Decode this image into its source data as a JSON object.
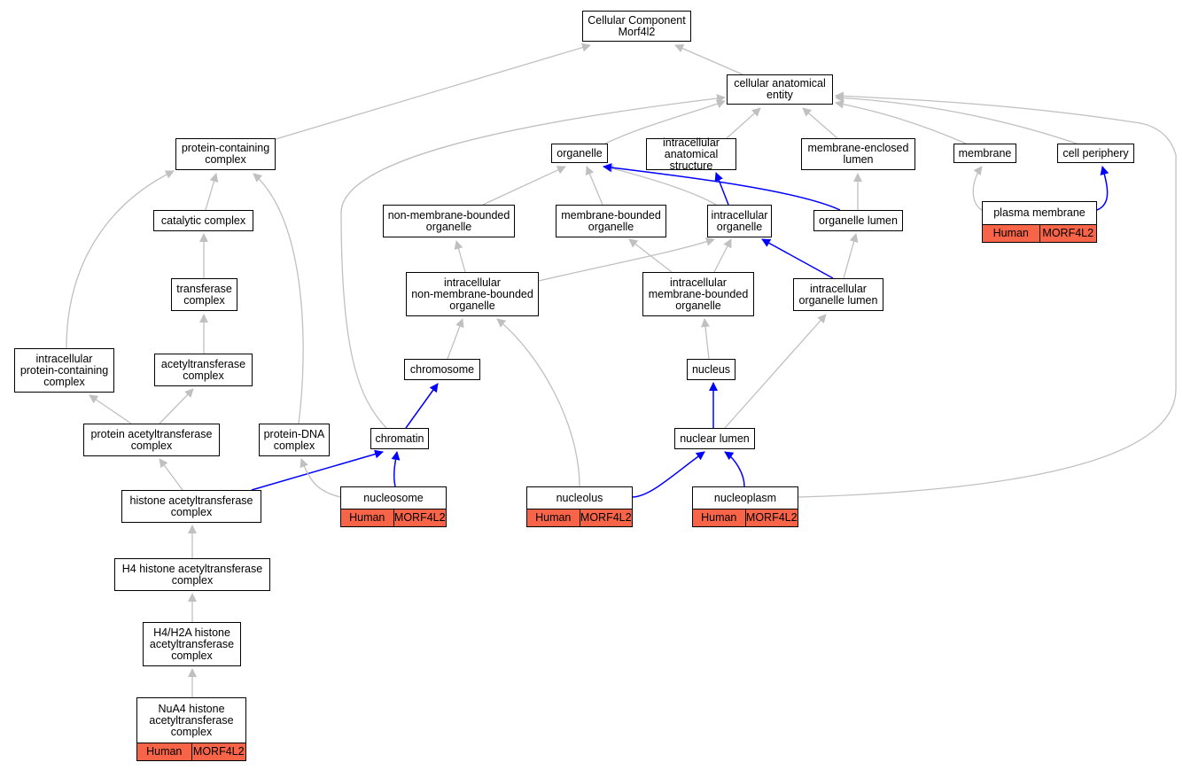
{
  "colors": {
    "is_a_edge": "#c0c0c0",
    "part_of_edge": "#0000ff",
    "annotation_fill": "#f86448"
  },
  "nodes": {
    "root": {
      "lines": [
        "Cellular Component",
        "Morf4l2"
      ]
    },
    "cae": {
      "lines": [
        "cellular anatomical",
        "entity"
      ]
    },
    "pcc": {
      "lines": [
        "protein-containing",
        "complex"
      ]
    },
    "organelle": {
      "lines": [
        "organelle"
      ]
    },
    "ias": {
      "lines": [
        "intracellular",
        "anatomical structure"
      ]
    },
    "mel": {
      "lines": [
        "membrane-enclosed",
        "lumen"
      ]
    },
    "membrane": {
      "lines": [
        "membrane"
      ]
    },
    "cellper": {
      "lines": [
        "cell periphery"
      ]
    },
    "catcomp": {
      "lines": [
        "catalytic complex"
      ]
    },
    "nmbo": {
      "lines": [
        "non-membrane-bounded",
        "organelle"
      ]
    },
    "mbo": {
      "lines": [
        "membrane-bounded",
        "organelle"
      ]
    },
    "io": {
      "lines": [
        "intracellular",
        "organelle"
      ]
    },
    "olumen": {
      "lines": [
        "organelle lumen"
      ]
    },
    "pm": {
      "lines": [
        "plasma membrane"
      ],
      "annot": [
        "Human",
        "MORF4L2"
      ]
    },
    "transf": {
      "lines": [
        "transferase",
        "complex"
      ]
    },
    "inmbo": {
      "lines": [
        "intracellular",
        "non-membrane-bounded",
        "organelle"
      ]
    },
    "imbo": {
      "lines": [
        "intracellular",
        "membrane-bounded",
        "organelle"
      ]
    },
    "iol": {
      "lines": [
        "intracellular",
        "organelle lumen"
      ]
    },
    "ipcc": {
      "lines": [
        "intracellular",
        "protein-containing",
        "complex"
      ]
    },
    "acetyl": {
      "lines": [
        "acetyltransferase",
        "complex"
      ]
    },
    "chromosome": {
      "lines": [
        "chromosome"
      ]
    },
    "nucleus": {
      "lines": [
        "nucleus"
      ]
    },
    "pat": {
      "lines": [
        "protein acetyltransferase",
        "complex"
      ]
    },
    "pdna": {
      "lines": [
        "protein-DNA",
        "complex"
      ]
    },
    "chromatin": {
      "lines": [
        "chromatin"
      ]
    },
    "nuclumen": {
      "lines": [
        "nuclear lumen"
      ]
    },
    "hat": {
      "lines": [
        "histone acetyltransferase",
        "complex"
      ]
    },
    "nucleosome": {
      "lines": [
        "nucleosome"
      ],
      "annot": [
        "Human",
        "MORF4L2"
      ]
    },
    "nucleolus": {
      "lines": [
        "nucleolus"
      ],
      "annot": [
        "Human",
        "MORF4L2"
      ]
    },
    "nucleoplasm": {
      "lines": [
        "nucleoplasm"
      ],
      "annot": [
        "Human",
        "MORF4L2"
      ]
    },
    "h4hat": {
      "lines": [
        "H4 histone acetyltransferase",
        "complex"
      ]
    },
    "h4h2a": {
      "lines": [
        "H4/H2A histone",
        "acetyltransferase",
        "complex"
      ]
    },
    "nua4": {
      "lines": [
        "NuA4 histone",
        "acetyltransferase",
        "complex"
      ],
      "annot": [
        "Human",
        "MORF4L2"
      ]
    }
  }
}
